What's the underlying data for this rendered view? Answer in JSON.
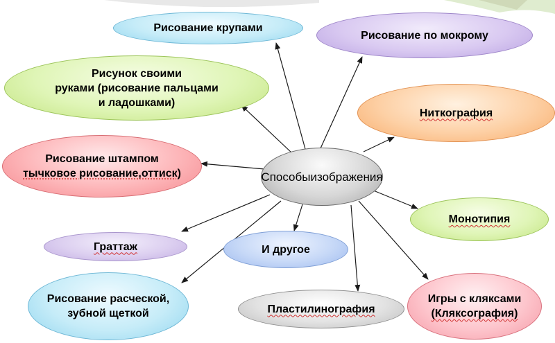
{
  "center": {
    "line1": "Способы",
    "line2": "изображения"
  },
  "nodes": {
    "krupami": "Рисование крупами",
    "mokromu": "Рисование по мокрому",
    "rukami_1": "Рисунок своими",
    "rukami_2": "руками (рисование пальцами",
    "rukami_3": "и ладошками)",
    "nitko": "Ниткография",
    "shtamp_1": "Рисование штампом",
    "shtamp_2": "тычковое рисование,оттиск)",
    "monotip": "Монотипия",
    "grattazh": "Граттаж",
    "drugoe": "И другое",
    "raschesk_1": "Рисование расческой,",
    "raschesk_2": "зубной щеткой",
    "plastilin": "Пластилинография",
    "klyaksy_1": "Игры с кляксами",
    "klyaksy_2": "(Кляксография)"
  },
  "colors": {
    "arrow": "#1a1a1a"
  }
}
